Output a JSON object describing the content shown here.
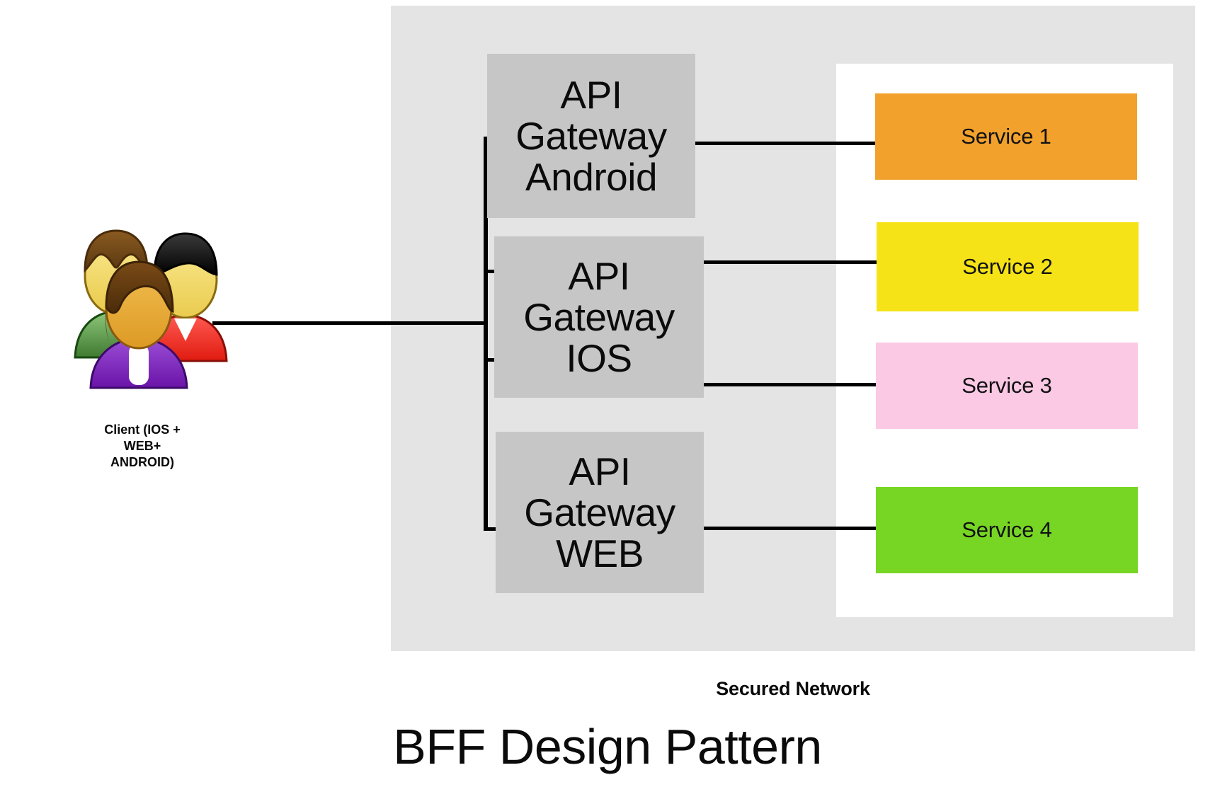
{
  "diagram": {
    "title": "BFF Design Pattern",
    "secured_network_label": "Secured Network",
    "client": {
      "icon": "users-group-icon",
      "label_line1": "Client (IOS +",
      "label_line2": "WEB+",
      "label_line3": "ANDROID)"
    },
    "gateways": [
      {
        "id": "android",
        "line1": "API",
        "line2": "Gateway",
        "line3": "Android",
        "fill": "#c6c6c6"
      },
      {
        "id": "ios",
        "line1": "API",
        "line2": "Gateway",
        "line3": "IOS",
        "fill": "#c6c6c6"
      },
      {
        "id": "web",
        "line1": "API",
        "line2": "Gateway",
        "line3": "WEB",
        "fill": "#c6c6c6"
      }
    ],
    "services": [
      {
        "id": "service-1",
        "label": "Service 1",
        "fill": "#f2a22c"
      },
      {
        "id": "service-2",
        "label": "Service 2",
        "fill": "#f5e318"
      },
      {
        "id": "service-3",
        "label": "Service 3",
        "fill": "#fcc9e4"
      },
      {
        "id": "service-4",
        "label": "Service 4",
        "fill": "#77d624"
      }
    ],
    "colors": {
      "secured_network_bg": "#e4e4e4",
      "services_panel_bg": "#ffffff",
      "gateway_bg": "#c6c6c6",
      "connector": "#000000",
      "page_bg": "#ffffff"
    },
    "connections": [
      {
        "from": "client",
        "to": "gateway-bus"
      },
      {
        "from": "gateway-bus",
        "to": "gateway-android"
      },
      {
        "from": "gateway-bus",
        "to": "gateway-ios"
      },
      {
        "from": "gateway-bus",
        "to": "gateway-web"
      },
      {
        "from": "gateway-android",
        "to": "service-1"
      },
      {
        "from": "gateway-ios",
        "to": "service-2"
      },
      {
        "from": "gateway-ios",
        "to": "service-3"
      },
      {
        "from": "gateway-web",
        "to": "service-4"
      }
    ]
  }
}
